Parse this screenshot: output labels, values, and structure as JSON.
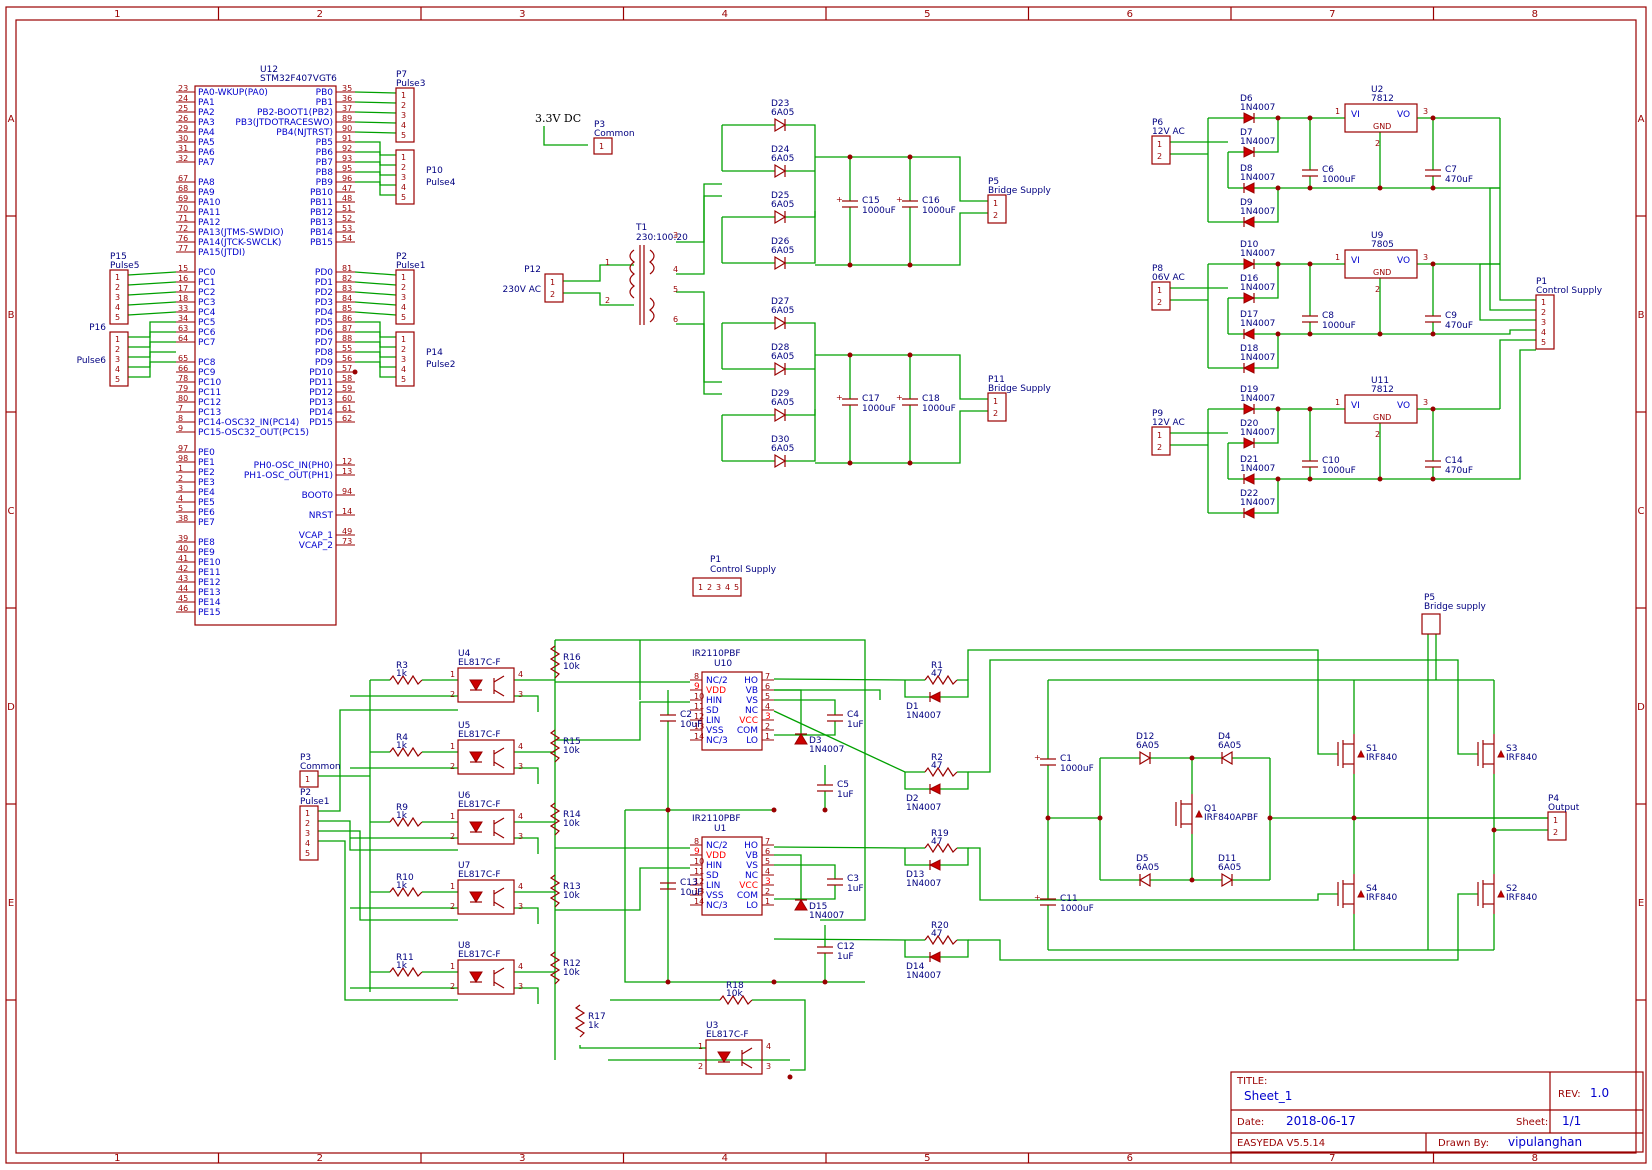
{
  "border": {
    "columns": [
      "1",
      "2",
      "3",
      "4",
      "5",
      "6",
      "7",
      "8"
    ],
    "rows": [
      "A",
      "B",
      "C",
      "D",
      "E"
    ]
  },
  "mcu": {
    "ref": "U12",
    "value": "STM32F407VGT6",
    "left_pins": [
      {
        "num": "23",
        "name": "PA0-WKUP(PA0)"
      },
      {
        "num": "24",
        "name": "PA1"
      },
      {
        "num": "25",
        "name": "PA2"
      },
      {
        "num": "26",
        "name": "PA3"
      },
      {
        "num": "29",
        "name": "PA4"
      },
      {
        "num": "30",
        "name": "PA5"
      },
      {
        "num": "31",
        "name": "PA6"
      },
      {
        "num": "32",
        "name": "PA7"
      },
      {
        "num": "67",
        "name": "PA8"
      },
      {
        "num": "68",
        "name": "PA9"
      },
      {
        "num": "69",
        "name": "PA10"
      },
      {
        "num": "70",
        "name": "PA11"
      },
      {
        "num": "71",
        "name": "PA12"
      },
      {
        "num": "72",
        "name": "PA13(JTMS-SWDIO)"
      },
      {
        "num": "76",
        "name": "PA14(JTCK-SWCLK)"
      },
      {
        "num": "77",
        "name": "PA15(JTDI)"
      },
      {
        "num": "15",
        "name": "PC0"
      },
      {
        "num": "16",
        "name": "PC1"
      },
      {
        "num": "17",
        "name": "PC2"
      },
      {
        "num": "18",
        "name": "PC3"
      },
      {
        "num": "33",
        "name": "PC4"
      },
      {
        "num": "34",
        "name": "PC5"
      },
      {
        "num": "63",
        "name": "PC6"
      },
      {
        "num": "64",
        "name": "PC7"
      },
      {
        "num": "65",
        "name": "PC8"
      },
      {
        "num": "66",
        "name": "PC9"
      },
      {
        "num": "78",
        "name": "PC10"
      },
      {
        "num": "79",
        "name": "PC11"
      },
      {
        "num": "80",
        "name": "PC12"
      },
      {
        "num": "7",
        "name": "PC13"
      },
      {
        "num": "8",
        "name": "PC14-OSC32_IN(PC14)"
      },
      {
        "num": "9",
        "name": "PC15-OSC32_OUT(PC15)"
      },
      {
        "num": "97",
        "name": "PE0"
      },
      {
        "num": "98",
        "name": "PE1"
      },
      {
        "num": "1",
        "name": "PE2"
      },
      {
        "num": "2",
        "name": "PE3"
      },
      {
        "num": "3",
        "name": "PE4"
      },
      {
        "num": "4",
        "name": "PE5"
      },
      {
        "num": "5",
        "name": "PE6"
      },
      {
        "num": "38",
        "name": "PE7"
      },
      {
        "num": "39",
        "name": "PE8"
      },
      {
        "num": "40",
        "name": "PE9"
      },
      {
        "num": "41",
        "name": "PE10"
      },
      {
        "num": "42",
        "name": "PE11"
      },
      {
        "num": "43",
        "name": "PE12"
      },
      {
        "num": "44",
        "name": "PE13"
      },
      {
        "num": "45",
        "name": "PE14"
      },
      {
        "num": "46",
        "name": "PE15"
      }
    ],
    "right_pins": [
      {
        "num": "35",
        "name": "PB0"
      },
      {
        "num": "36",
        "name": "PB1"
      },
      {
        "num": "37",
        "name": "PB2-BOOT1(PB2)"
      },
      {
        "num": "89",
        "name": "PB3(JTDOTRACESWO)"
      },
      {
        "num": "90",
        "name": "PB4(NJTRST)"
      },
      {
        "num": "91",
        "name": "PB5"
      },
      {
        "num": "92",
        "name": "PB6"
      },
      {
        "num": "93",
        "name": "PB7"
      },
      {
        "num": "95",
        "name": "PB8"
      },
      {
        "num": "96",
        "name": "PB9"
      },
      {
        "num": "47",
        "name": "PB10"
      },
      {
        "num": "48",
        "name": "PB11"
      },
      {
        "num": "51",
        "name": "PB12"
      },
      {
        "num": "52",
        "name": "PB13"
      },
      {
        "num": "53",
        "name": "PB14"
      },
      {
        "num": "54",
        "name": "PB15"
      },
      {
        "num": "81",
        "name": "PD0"
      },
      {
        "num": "82",
        "name": "PD1"
      },
      {
        "num": "83",
        "name": "PD2"
      },
      {
        "num": "84",
        "name": "PD3"
      },
      {
        "num": "85",
        "name": "PD4"
      },
      {
        "num": "86",
        "name": "PD5"
      },
      {
        "num": "87",
        "name": "PD6"
      },
      {
        "num": "88",
        "name": "PD7"
      },
      {
        "num": "55",
        "name": "PD8"
      },
      {
        "num": "56",
        "name": "PD9"
      },
      {
        "num": "57",
        "name": "PD10"
      },
      {
        "num": "58",
        "name": "PD11"
      },
      {
        "num": "59",
        "name": "PD12"
      },
      {
        "num": "60",
        "name": "PD13"
      },
      {
        "num": "61",
        "name": "PD14"
      },
      {
        "num": "62",
        "name": "PD15"
      },
      {
        "num": "12",
        "name": "PH0-OSC_IN(PH0)"
      },
      {
        "num": "13",
        "name": "PH1-OSC_OUT(PH1)"
      },
      {
        "num": "94",
        "name": "BOOT0"
      },
      {
        "num": "14",
        "name": "NRST"
      },
      {
        "num": "49",
        "name": "VCAP_1"
      },
      {
        "num": "73",
        "name": "VCAP_2"
      }
    ]
  },
  "headers": {
    "p7": {
      "ref": "P7",
      "value": "Pulse3"
    },
    "p10": {
      "ref": "P10",
      "value": "Pulse4"
    },
    "p2top": {
      "ref": "P2",
      "value": "Pulse1"
    },
    "p14": {
      "ref": "P14",
      "value": "Pulse2"
    },
    "p15": {
      "ref": "P15",
      "value": "Pulse5"
    },
    "p16": {
      "ref": "P16",
      "value": "Pulse6"
    },
    "pins5": [
      "1",
      "2",
      "3",
      "4",
      "5"
    ],
    "pins2": [
      "1",
      "2"
    ]
  },
  "power_top": {
    "label_33": "3.3V DC",
    "p3": {
      "ref": "P3",
      "value": "Common"
    },
    "p12": {
      "ref": "P12",
      "value": "230V AC"
    },
    "t1": {
      "ref": "T1",
      "value": "230:100:20"
    },
    "t1_pins": [
      "1",
      "2",
      "3",
      "4",
      "5",
      "6"
    ],
    "diodes_a": [
      {
        "ref": "D23",
        "value": "6A05"
      },
      {
        "ref": "D24",
        "value": "6A05"
      },
      {
        "ref": "D25",
        "value": "6A05"
      },
      {
        "ref": "D26",
        "value": "6A05"
      }
    ],
    "diodes_b": [
      {
        "ref": "D27",
        "value": "6A05"
      },
      {
        "ref": "D28",
        "value": "6A05"
      },
      {
        "ref": "D29",
        "value": "6A05"
      },
      {
        "ref": "D30",
        "value": "6A05"
      }
    ],
    "caps_a": [
      {
        "ref": "C15",
        "value": "1000uF"
      },
      {
        "ref": "C16",
        "value": "1000uF"
      }
    ],
    "caps_b": [
      {
        "ref": "C17",
        "value": "1000uF"
      },
      {
        "ref": "C18",
        "value": "1000uF"
      }
    ],
    "p5": {
      "ref": "P5",
      "value": "Bridge Supply"
    },
    "p11": {
      "ref": "P11",
      "value": "Bridge Supply"
    }
  },
  "regulators": {
    "gnd": "GND",
    "vi": "VI",
    "vo": "VO",
    "r1": {
      "conn": {
        "ref": "P6",
        "value": "12V AC"
      },
      "diodes": [
        {
          "ref": "D6",
          "value": "1N4007"
        },
        {
          "ref": "D7",
          "value": "1N4007"
        },
        {
          "ref": "D8",
          "value": "1N4007"
        },
        {
          "ref": "D9",
          "value": "1N4007"
        }
      ],
      "reg": {
        "ref": "U2",
        "value": "7812"
      },
      "cin": {
        "ref": "C6",
        "value": "1000uF"
      },
      "cout": {
        "ref": "C7",
        "value": "470uF"
      }
    },
    "r2": {
      "conn": {
        "ref": "P8",
        "value": "06V AC"
      },
      "diodes": [
        {
          "ref": "D10",
          "value": "1N4007"
        },
        {
          "ref": "D16",
          "value": "1N4007"
        },
        {
          "ref": "D17",
          "value": "1N4007"
        },
        {
          "ref": "D18",
          "value": "1N4007"
        }
      ],
      "reg": {
        "ref": "U9",
        "value": "7805"
      },
      "cin": {
        "ref": "C8",
        "value": "1000uF"
      },
      "cout": {
        "ref": "C9",
        "value": "470uF"
      }
    },
    "r3": {
      "conn": {
        "ref": "P9",
        "value": "12V AC"
      },
      "diodes": [
        {
          "ref": "D19",
          "value": "1N4007"
        },
        {
          "ref": "D20",
          "value": "1N4007"
        },
        {
          "ref": "D21",
          "value": "1N4007"
        },
        {
          "ref": "D22",
          "value": "1N4007"
        }
      ],
      "reg": {
        "ref": "U11",
        "value": "7812"
      },
      "cin": {
        "ref": "C10",
        "value": "1000uF"
      },
      "cout": {
        "ref": "C14",
        "value": "470uF"
      }
    },
    "p1": {
      "ref": "P1",
      "value": "Control Supply"
    }
  },
  "driver": {
    "p1": {
      "ref": "P1",
      "value": "Control Supply"
    },
    "p3": {
      "ref": "P3",
      "value": "Common"
    },
    "p2": {
      "ref": "P2",
      "value": "Pulse1"
    },
    "p5": {
      "ref": "P5",
      "value": "Bridge supply"
    },
    "p4": {
      "ref": "P4",
      "value": "Output"
    },
    "opto_inputs": [
      {
        "r": "R3",
        "rv": "1k",
        "u": "U4",
        "uv": "EL817C-F"
      },
      {
        "r": "R4",
        "rv": "1k",
        "u": "U5",
        "uv": "EL817C-F"
      },
      {
        "r": "R9",
        "rv": "1k",
        "u": "U6",
        "uv": "EL817C-F"
      },
      {
        "r": "R10",
        "rv": "1k",
        "u": "U7",
        "uv": "EL817C-F"
      },
      {
        "r": "R11",
        "rv": "1k",
        "u": "U8",
        "uv": "EL817C-F"
      }
    ],
    "opto_pins": [
      "1",
      "2",
      "4",
      "3"
    ],
    "pullups": [
      {
        "ref": "R16",
        "value": "10k"
      },
      {
        "ref": "R15",
        "value": "10k"
      },
      {
        "ref": "R14",
        "value": "10k"
      },
      {
        "ref": "R13",
        "value": "10k"
      },
      {
        "ref": "R12",
        "value": "10k"
      }
    ],
    "r17": {
      "ref": "R17",
      "value": "1k"
    },
    "r18": {
      "ref": "R18",
      "value": "10k"
    },
    "u3": {
      "ref": "U3",
      "value": "EL817C-F"
    },
    "ir_top": {
      "ref": "U10",
      "value": "IR2110PBF"
    },
    "ir_bot": {
      "ref": "U1",
      "value": "IR2110PBF"
    },
    "ir_left": [
      {
        "num": "8",
        "name": "NC/2",
        "red": false
      },
      {
        "num": "9",
        "name": "VDD",
        "red": true
      },
      {
        "num": "10",
        "name": "HIN",
        "red": false
      },
      {
        "num": "11",
        "name": "SD",
        "red": false
      },
      {
        "num": "12",
        "name": "LIN",
        "red": false
      },
      {
        "num": "13",
        "name": "VSS",
        "red": false
      },
      {
        "num": "14",
        "name": "NC/3",
        "red": false
      }
    ],
    "ir_right": [
      {
        "num": "7",
        "name": "HO",
        "red": false
      },
      {
        "num": "6",
        "name": "VB",
        "red": false
      },
      {
        "num": "5",
        "name": "VS",
        "red": false
      },
      {
        "num": "4",
        "name": "NC",
        "red": false
      },
      {
        "num": "3",
        "name": "VCC",
        "red": true
      },
      {
        "num": "2",
        "name": "COM",
        "red": false
      },
      {
        "num": "1",
        "name": "LO",
        "red": false
      }
    ],
    "caps": [
      {
        "ref": "C2",
        "value": "10uF"
      },
      {
        "ref": "C4",
        "value": "1uF"
      },
      {
        "ref": "C5",
        "value": "1uF"
      },
      {
        "ref": "C13",
        "value": "10uF"
      },
      {
        "ref": "C3",
        "value": "1uF"
      },
      {
        "ref": "C12",
        "value": "1uF"
      }
    ],
    "boot_diodes": [
      {
        "ref": "D3",
        "value": "1N4007"
      },
      {
        "ref": "D15",
        "value": "1N4007"
      }
    ],
    "gate_res": [
      {
        "r": "R1",
        "rv": "47",
        "d": "D1",
        "dv": "1N4007"
      },
      {
        "r": "R2",
        "rv": "47",
        "d": "D2",
        "dv": "1N4007"
      },
      {
        "r": "R19",
        "rv": "47",
        "d": "D13",
        "dv": "1N4007"
      },
      {
        "r": "R20",
        "rv": "47",
        "d": "D14",
        "dv": "1N4007"
      }
    ],
    "bus_caps": [
      {
        "ref": "C1",
        "value": "1000uF"
      },
      {
        "ref": "C11",
        "value": "1000uF"
      }
    ],
    "clamp_diodes": [
      {
        "ref": "D12",
        "value": "6A05"
      },
      {
        "ref": "D4",
        "value": "6A05"
      },
      {
        "ref": "D5",
        "value": "6A05"
      },
      {
        "ref": "D11",
        "value": "6A05"
      }
    ],
    "q1": {
      "ref": "Q1",
      "value": "IRF840APBF"
    },
    "mosfets": [
      {
        "ref": "S1",
        "value": "IRF840"
      },
      {
        "ref": "S3",
        "value": "IRF840"
      },
      {
        "ref": "S4",
        "value": "IRF840"
      },
      {
        "ref": "S2",
        "value": "IRF840"
      }
    ]
  },
  "title_block": {
    "title_label": "TITLE:",
    "title": "Sheet_1",
    "rev_label": "REV:",
    "rev": "1.0",
    "date_label": "Date:",
    "date": "2018-06-17",
    "sheet_label": "Sheet:",
    "sheet": "1/1",
    "tool": "EASYEDA V5.5.14",
    "drawn_label": "Drawn By:",
    "drawn_by": "vipulanghan"
  },
  "colors": {
    "frame": "#990000",
    "wire": "#00a000",
    "text": "#000080",
    "pin_name": "#0000cc",
    "power_pin": "#ff0000"
  }
}
